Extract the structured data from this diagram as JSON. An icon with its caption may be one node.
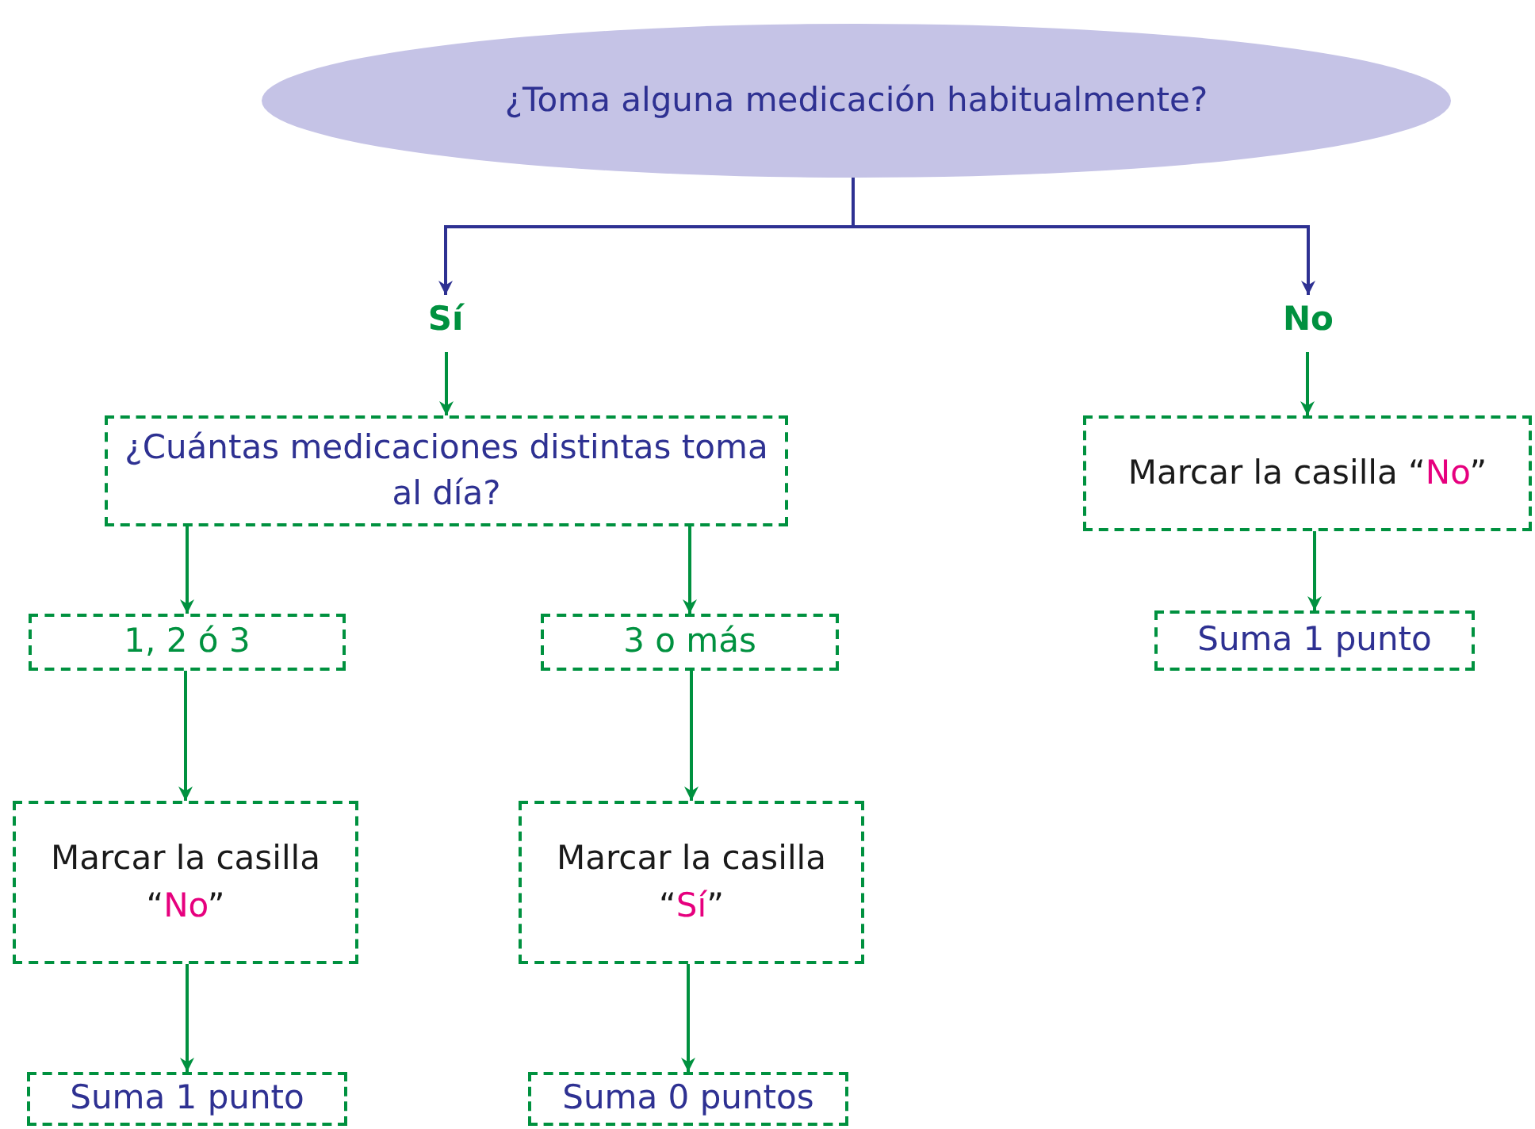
{
  "diagram": {
    "nodes": [
      {
        "text": [
          "¿Toma alguna medicación habitualmente?"
        ]
      },
      {
        "text": [
          "Sí"
        ]
      },
      {
        "text": [
          "No"
        ]
      },
      {
        "text": [
          "¿Cuántas medicaciones distintas toma al día?"
        ]
      },
      {
        "text": [
          "Marcar la casilla “No”"
        ]
      },
      {
        "text": [
          "1, 2 ó 3"
        ]
      },
      {
        "text": [
          "3 o más"
        ]
      },
      {
        "text": [
          "Suma 1 punto"
        ]
      },
      {
        "text": [
          "Marcar la casilla “No”"
        ]
      },
      {
        "text": [
          "Marcar la casilla “Sí”"
        ]
      },
      {
        "text": [
          "Suma 1 punto"
        ]
      },
      {
        "text": [
          "Suma 0 puntos"
        ]
      }
    ],
    "edges": [
      {
        "from": 0,
        "to": 1,
        "arrow": "to",
        "color": "#2e3192"
      },
      {
        "from": 0,
        "to": 2,
        "arrow": "to",
        "color": "#2e3192"
      },
      {
        "from": 1,
        "to": 3,
        "arrow": "to"
      },
      {
        "from": 2,
        "to": 4,
        "arrow": "to"
      },
      {
        "from": 3,
        "to": 5,
        "arrow": "to"
      },
      {
        "from": 3,
        "to": 6,
        "arrow": "to"
      },
      {
        "from": 4,
        "to": 7,
        "arrow": "to"
      },
      {
        "from": 5,
        "to": 8,
        "arrow": "to"
      },
      {
        "from": 6,
        "to": 9,
        "arrow": "to"
      },
      {
        "from": 8,
        "to": 10,
        "arrow": "to"
      },
      {
        "from": 9,
        "to": 11,
        "arrow": "to"
      }
    ]
  }
}
